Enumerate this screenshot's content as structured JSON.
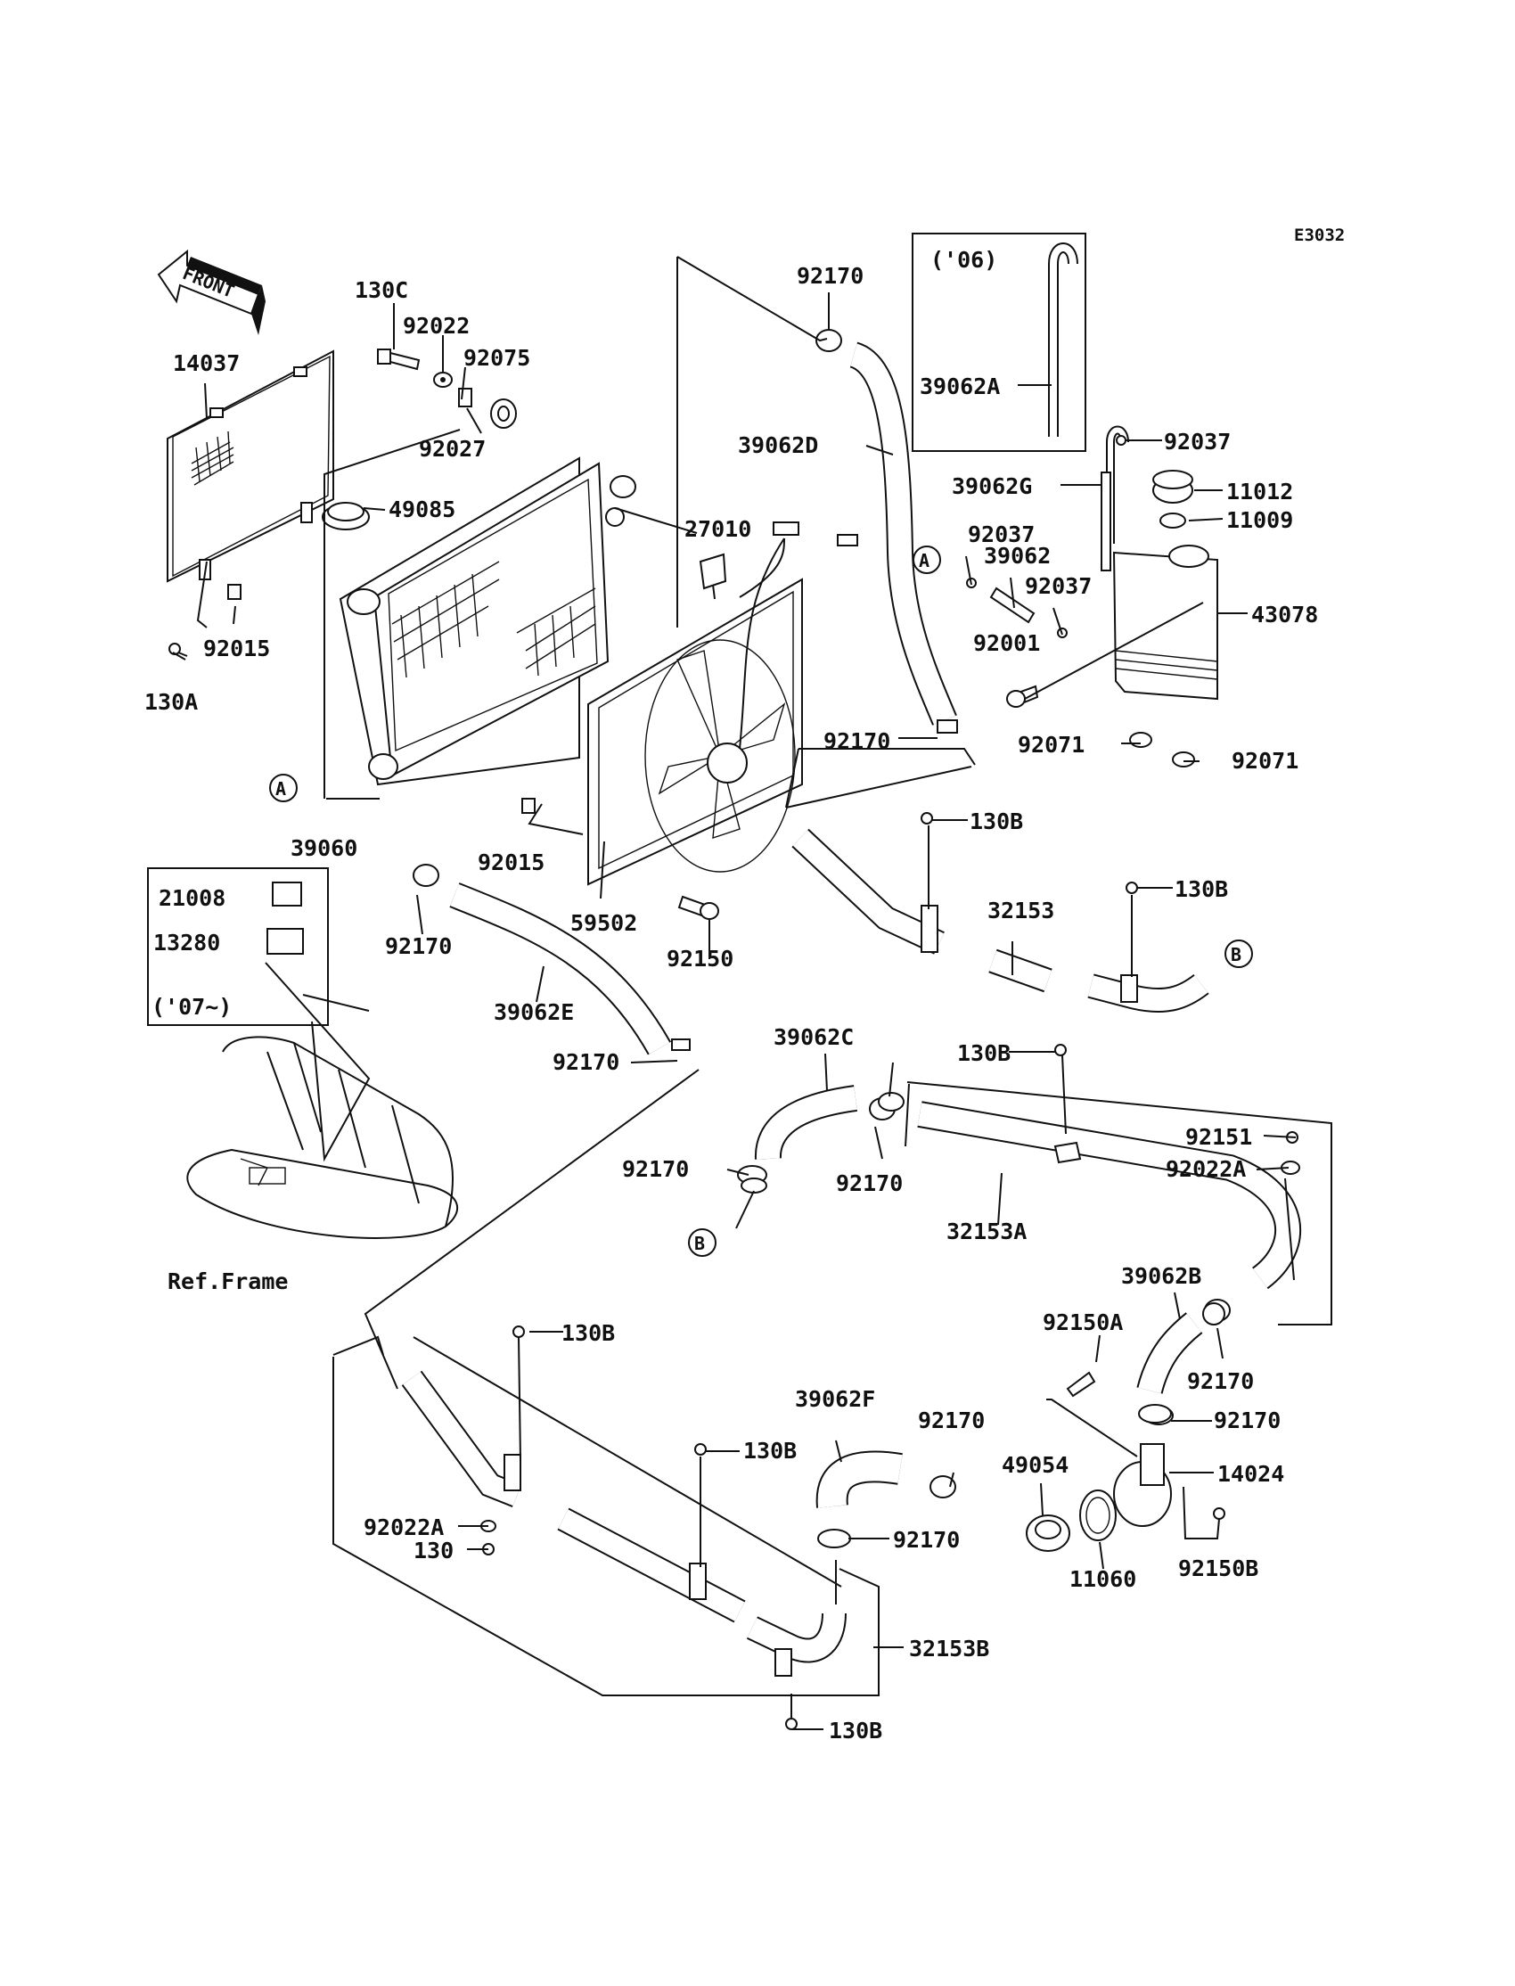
{
  "diagram": {
    "code": "E3032",
    "front_label": "FRONT",
    "ref_frame_label": "Ref.Frame",
    "inset_06_label": "('06)",
    "inset_07_label": "('07~)",
    "circle_a": "A",
    "circle_b": "B",
    "parts": {
      "p14037": "14037",
      "p130C": "130C",
      "p92022": "92022",
      "p92075": "92075",
      "p92027": "92027",
      "p49085": "49085",
      "p27010": "27010",
      "p92015_left": "92015",
      "p130A": "130A",
      "p39060": "39060",
      "p92015_mid": "92015",
      "p59502": "59502",
      "p92150": "92150",
      "p92170_top": "92170",
      "p39062D": "39062D",
      "p39062A": "39062A",
      "p92037_top": "92037",
      "p39062G": "39062G",
      "p11012": "11012",
      "p11009": "11009",
      "p92037_mid": "92037",
      "p39062": "39062",
      "p92037_low": "92037",
      "p43078": "43078",
      "p92001": "92001",
      "p92170_mid": "92170",
      "p92071_l": "92071",
      "p92071_r": "92071",
      "p130B_1": "130B",
      "p130B_2": "130B",
      "p32153": "32153",
      "p21008": "21008",
      "p13280": "13280",
      "p92170_l": "92170",
      "p39062E": "39062E",
      "p92170_e": "92170",
      "p39062C": "39062C",
      "p130B_3": "130B",
      "p92151": "92151",
      "p92022A_r": "92022A",
      "p92170_c1": "92170",
      "p92170_c2": "92170",
      "p32153A": "32153A",
      "p39062B": "39062B",
      "p92150A": "92150A",
      "p92170_b1": "92170",
      "p92170_b2": "92170",
      "p130B_4": "130B",
      "p39062F": "39062F",
      "p92170_f1": "92170",
      "p130B_5": "130B",
      "p92170_f2": "92170",
      "p49054": "49054",
      "p14024": "14024",
      "p92022A_l": "92022A",
      "p130": "130",
      "p92150B": "92150B",
      "p11060": "11060",
      "p32153B": "32153B",
      "p130B_6": "130B"
    }
  }
}
